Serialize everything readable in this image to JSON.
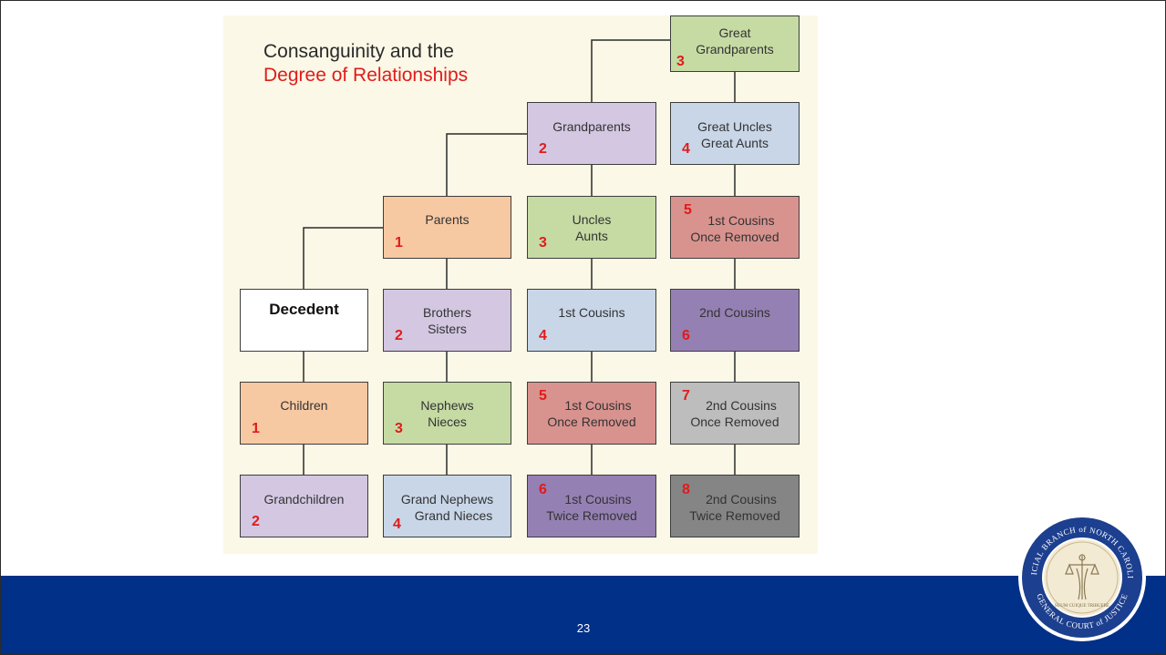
{
  "title_line1": "Consanguinity and the",
  "title_line2": "Degree of Relationships",
  "boxes": {
    "great_grandparents": {
      "line1": "Great",
      "line2": "Grandparents",
      "degree": "3",
      "color": "#c6dba4"
    },
    "grandparents": {
      "line1": "Grandparents",
      "line2": "",
      "degree": "2",
      "color": "#d3c7e2"
    },
    "great_uncles": {
      "line1": "Great Uncles",
      "line2": "Great Aunts",
      "degree": "4",
      "color": "#c8d6e8"
    },
    "parents": {
      "line1": "Parents",
      "line2": "",
      "degree": "1",
      "color": "#f7c9a2"
    },
    "uncles": {
      "line1": "Uncles",
      "line2": "Aunts",
      "degree": "3",
      "color": "#c6dba4"
    },
    "first_cousins_once_top": {
      "line1": "1st Cousins",
      "line2": "Once Removed",
      "degree": "5",
      "color": "#d9938f"
    },
    "decedent": {
      "line1": "Decedent",
      "line2": "",
      "degree": "",
      "color": "#ffffff"
    },
    "brothers": {
      "line1": "Brothers",
      "line2": "Sisters",
      "degree": "2",
      "color": "#d3c7e2"
    },
    "first_cousins": {
      "line1": "1st Cousins",
      "line2": "",
      "degree": "4",
      "color": "#c8d6e8"
    },
    "second_cousins": {
      "line1": "2nd Cousins",
      "line2": "",
      "degree": "6",
      "color": "#9580b3"
    },
    "children": {
      "line1": "Children",
      "line2": "",
      "degree": "1",
      "color": "#f7c9a2"
    },
    "nephews": {
      "line1": "Nephews",
      "line2": "Nieces",
      "degree": "3",
      "color": "#c6dba4"
    },
    "first_cousins_once": {
      "line1": "1st Cousins",
      "line2": "Once Removed",
      "degree": "5",
      "color": "#d9938f"
    },
    "second_cousins_once": {
      "line1": "2nd Cousins",
      "line2": "Once Removed",
      "degree": "7",
      "color": "#bdbdbd"
    },
    "grandchildren": {
      "line1": "Grandchildren",
      "line2": "",
      "degree": "2",
      "color": "#d3c7e2"
    },
    "grand_nephews": {
      "line1": "Grand Nephews",
      "line2": "Grand Nieces",
      "degree": "4",
      "color": "#c8d6e8"
    },
    "first_cousins_twice": {
      "line1": "1st Cousins",
      "line2": "Twice Removed",
      "degree": "6",
      "color": "#9580b3"
    },
    "second_cousins_twice": {
      "line1": "2nd Cousins",
      "line2": "Twice Removed",
      "degree": "8",
      "color": "#858585"
    }
  },
  "page_number": "23",
  "seal": {
    "top_text": "JUDICIAL BRANCH of NORTH CAROLINA",
    "bottom_text": "GENERAL COURT of JUSTICE",
    "motto": "SUUM CUIQUE TRIBUERE"
  },
  "colors": {
    "footer": "#003087",
    "degree_red": "#e01b1b",
    "title_red": "#e01b1b"
  }
}
